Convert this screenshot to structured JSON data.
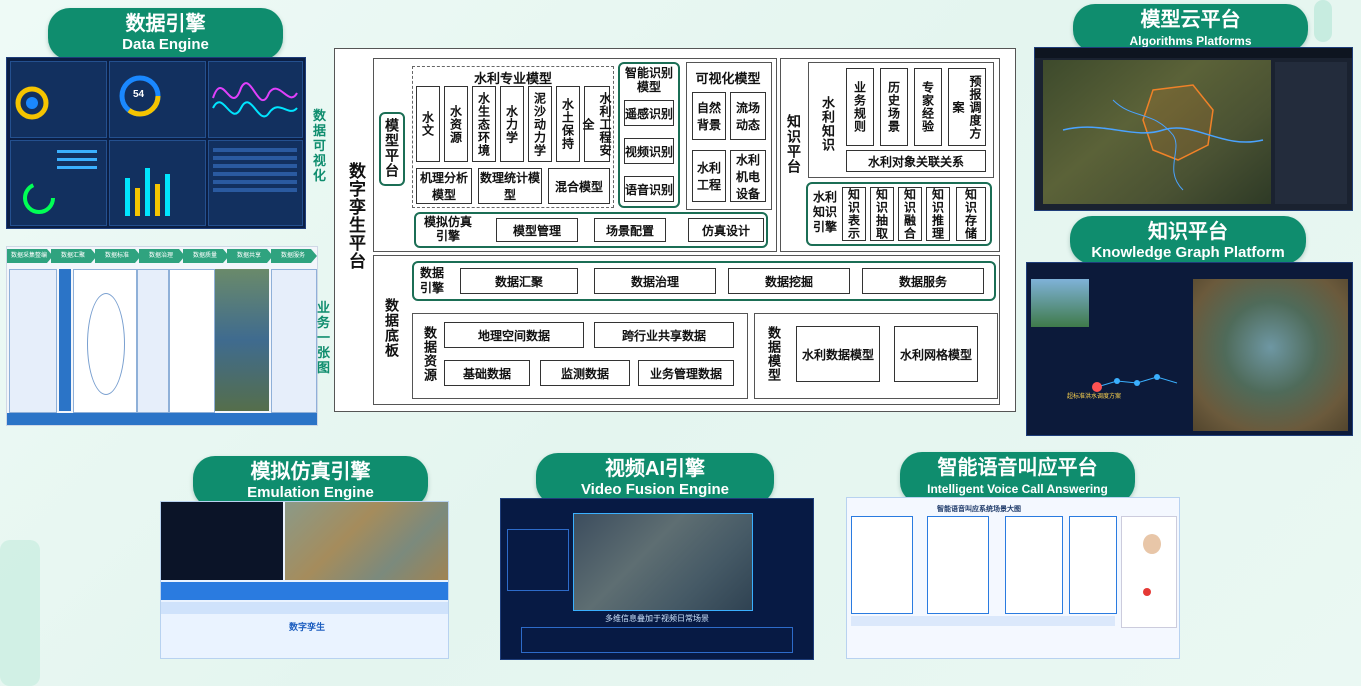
{
  "panels": {
    "data_engine": {
      "cn": "数据引擎",
      "en": "Data Engine",
      "side": "数据可视化"
    },
    "business_map": {
      "side": "业务一张图"
    },
    "model_cloud": {
      "cn": "模型云平台",
      "en": "Algorithms Platforms"
    },
    "knowledge_graph": {
      "cn": "知识平台",
      "en": "Knowledge Graph Platform"
    },
    "emulation": {
      "cn": "模拟仿真引擎",
      "en": "Emulation Engine"
    },
    "video": {
      "cn": "视频AI引擎",
      "en": "Video Fusion Engine"
    },
    "voice": {
      "cn": "智能语音叫应平台",
      "en": "Intelligent Voice Call Answering"
    }
  },
  "thumb_text": {
    "pipeline_steps": [
      "数据采集整编",
      "数据汇聚",
      "数据标准",
      "数据治理",
      "数据质量",
      "数据共享",
      "数据服务"
    ],
    "donut_value": "54",
    "knowledge_node": "超标准洪水调度方案",
    "emulation_logo": "数字孪生",
    "voice_title": "智能语音叫应系统场景大图",
    "video_caption": "多维信息叠加于视频日常场景"
  },
  "diagram": {
    "platform_title": "数字孪生平台",
    "model_platform": "模型平台",
    "water_models": {
      "title": "水利专业模型",
      "items": [
        "水文",
        "水资源",
        "水生态环境",
        "水力学",
        "泥沙动力学",
        "水土保持",
        "水利工程安全"
      ],
      "bottom": [
        "机理分析模型",
        "数理统计模型",
        "混合模型"
      ]
    },
    "ai_models": {
      "title": "智能识别模型",
      "items": [
        "遥感识别",
        "视频识别",
        "语音识别"
      ]
    },
    "vis_models": {
      "title": "可视化模型",
      "items": [
        "自然背景",
        "流场动态",
        "水利工程",
        "水利机电设备"
      ]
    },
    "sim_engine": {
      "title": "模拟仿真引擎",
      "items": [
        "模型管理",
        "场景配置",
        "仿真设计"
      ]
    },
    "knowledge_platform": "知识平台",
    "water_knowledge": {
      "title": "水利知识",
      "items": [
        "业务规则",
        "历史场景",
        "专家经验",
        "预报调度方案"
      ],
      "bottom": "水利对象关联关系"
    },
    "knowledge_engine": {
      "title": "水利知识引擎",
      "items": [
        "知识表示",
        "知识抽取",
        "知识融合",
        "知识推理",
        "知识存储"
      ]
    },
    "data_base": "数据底板",
    "data_engine": {
      "title": "数据引擎",
      "items": [
        "数据汇聚",
        "数据治理",
        "数据挖掘",
        "数据服务"
      ]
    },
    "data_resources": {
      "title": "数据资源",
      "row1": [
        "地理空间数据",
        "跨行业共享数据"
      ],
      "row2": [
        "基础数据",
        "监测数据",
        "业务管理数据"
      ]
    },
    "data_model": {
      "title": "数据模型",
      "items": [
        "水利数据模型",
        "水利网格模型"
      ]
    }
  },
  "colors": {
    "accent": "#0f8d6e",
    "panel_dark": "#0b1f45",
    "border_green": "#1b6e55"
  }
}
